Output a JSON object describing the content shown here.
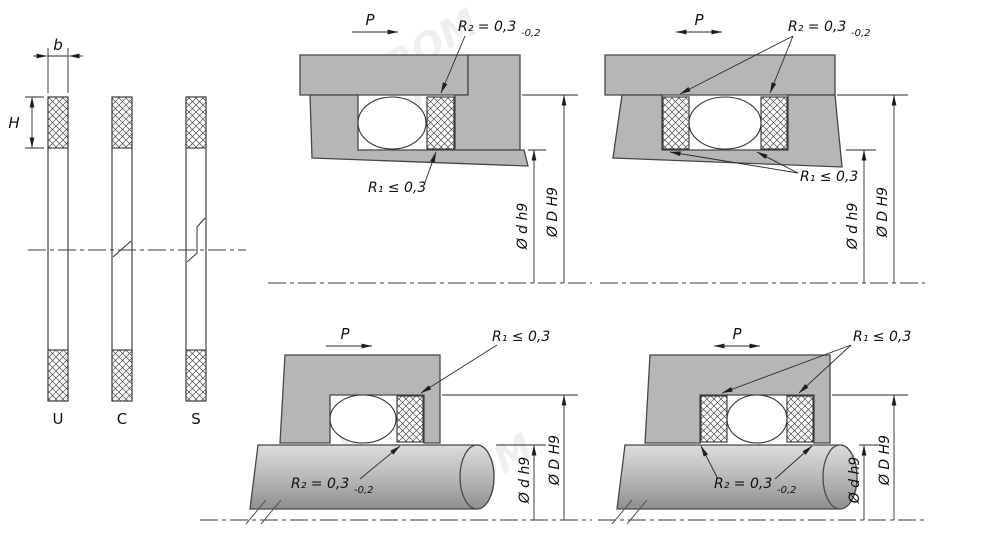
{
  "drawing": {
    "profiles": {
      "width_dim": "b",
      "height_dim": "H",
      "types": [
        {
          "label": "U"
        },
        {
          "label": "C"
        },
        {
          "label": "S"
        }
      ]
    },
    "installations": [
      {
        "id": "piston-seal-single-acting",
        "pressure": "P",
        "r2": "R₂ = 0,3",
        "r2_tol": "-0,2",
        "r1": "R₁ ≤ 0,3",
        "dim_rod": "Ø d h9",
        "dim_bore": "Ø D H9"
      },
      {
        "id": "piston-seal-double-acting",
        "pressure": "P",
        "r2": "R₂ = 0,3",
        "r2_tol": "-0,2",
        "r1": "R₁ ≤ 0,3",
        "dim_rod": "Ø d h9",
        "dim_bore": "Ø D H9"
      },
      {
        "id": "rod-seal-single-acting",
        "pressure": "P",
        "r2": "R₂ = 0,3",
        "r2_tol": "-0,2",
        "r1": "R₁ ≤ 0,3",
        "dim_rod": "Ø d h9",
        "dim_bore": "Ø D H9"
      },
      {
        "id": "rod-seal-double-acting",
        "pressure": "P",
        "r2": "R₂ = 0,3",
        "r2_tol": "-0,2",
        "r1": "R₁ ≤ 0,3",
        "dim_rod": "Ø d h9",
        "dim_bore": "Ø D H9"
      }
    ],
    "colors": {
      "metal_gray": "#b6b6b6"
    },
    "watermark": "ROM"
  }
}
